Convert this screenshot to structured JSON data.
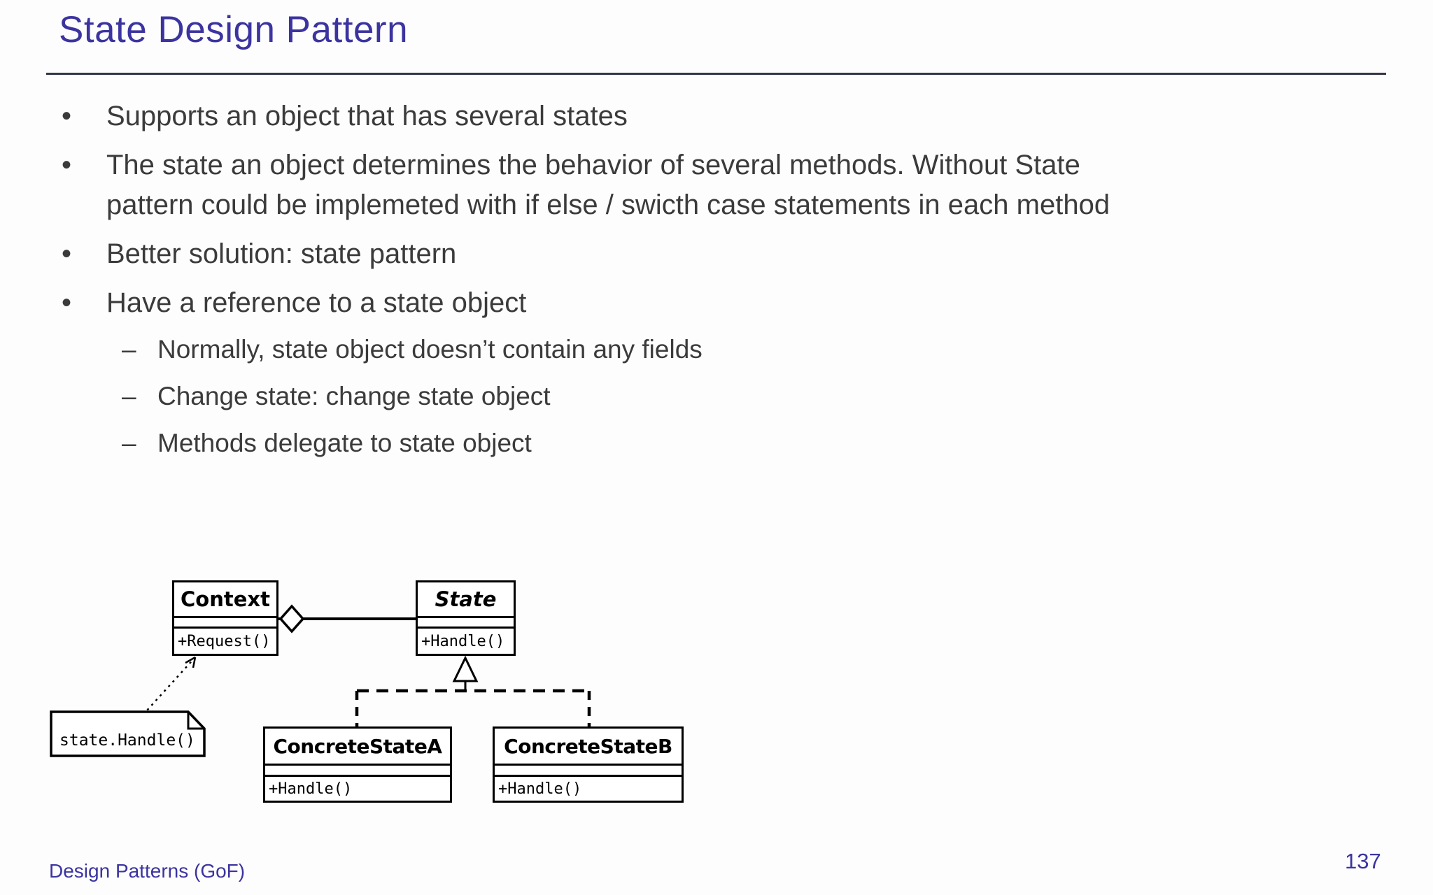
{
  "slide": {
    "title": "State Design Pattern",
    "footer": "Design Patterns (GoF)",
    "page_number": "137"
  },
  "bullets": {
    "marker": "•",
    "sub_marker": "–",
    "items": [
      {
        "text": "Supports an object that has several states"
      },
      {
        "text": "The state an object determines the behavior of several methods. Without State\npattern could be implemeted with if else / swicth case statements in each method"
      },
      {
        "text": "Better solution: state pattern"
      },
      {
        "text": "Have a reference to a state object"
      }
    ],
    "sub_items": [
      {
        "text": "Normally, state object doesn’t contain any fields"
      },
      {
        "text": "Change state: change state object"
      },
      {
        "text": "Methods delegate to state object"
      }
    ]
  },
  "diagram": {
    "classes": {
      "context": {
        "name": "Context",
        "method": "+Request()"
      },
      "state": {
        "name": "State",
        "method": "+Handle()"
      },
      "concrete_a": {
        "name": "ConcreteStateA",
        "method": "+Handle()"
      },
      "concrete_b": {
        "name": "ConcreteStateB",
        "method": "+Handle()"
      }
    },
    "note": {
      "text": "state.Handle()"
    }
  },
  "colors": {
    "accent": "#3b34a0",
    "body_text": "#3b3b3b",
    "rule": "#333645",
    "diagram_ink": "#000000"
  }
}
